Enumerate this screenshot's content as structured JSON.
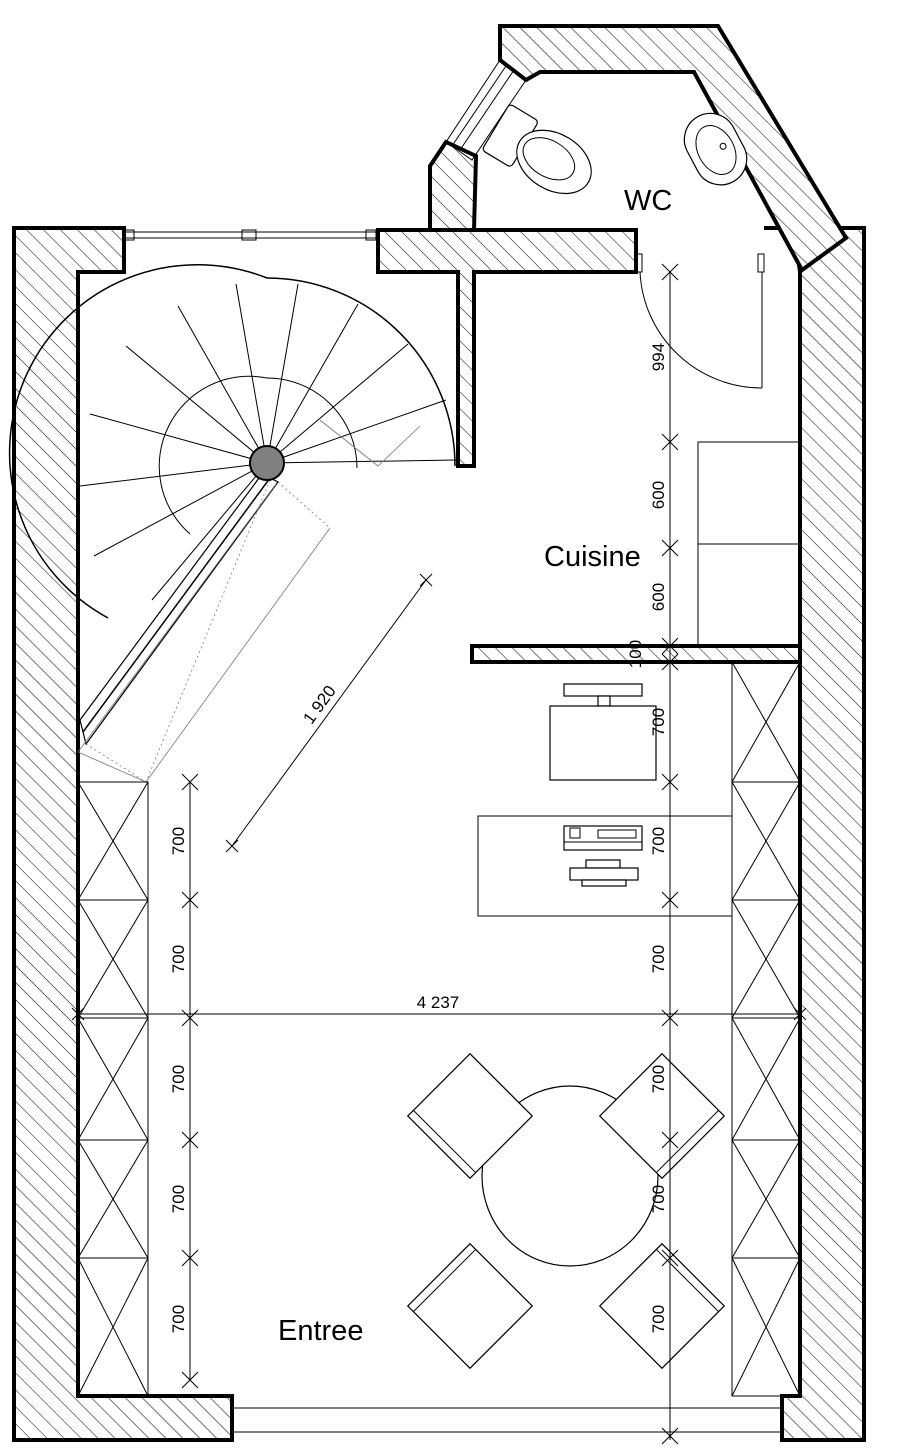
{
  "rooms": {
    "wc": "WC",
    "kitchen": "Cuisine",
    "entrance": "Entree"
  },
  "dimensions": {
    "left_column": [
      "700",
      "700",
      "700",
      "700",
      "700"
    ],
    "right_column": [
      "994",
      "600",
      "600",
      "100",
      "700",
      "700",
      "700",
      "700",
      "700",
      "700"
    ],
    "total_width": "4 237",
    "stair_length": "1 920"
  },
  "icons": [
    "toilet-icon",
    "sink-icon",
    "spiral-staircase-icon",
    "dining-table-icon",
    "chair-icon",
    "cooktop-icon"
  ],
  "colors": {
    "line": "#000000",
    "hatch": "#000000",
    "stair_pole": "#808080",
    "background": "#ffffff"
  }
}
